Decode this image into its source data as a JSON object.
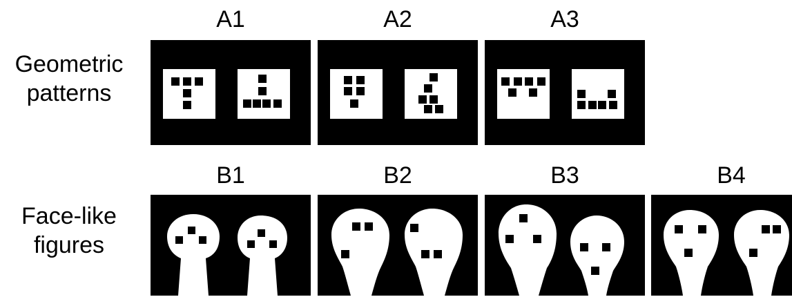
{
  "row_labels": {
    "geometric": [
      "Geometric",
      "patterns"
    ],
    "face": [
      "Face-like",
      "figures"
    ]
  },
  "panels": {
    "A1": "A1",
    "A2": "A2",
    "A3": "A3",
    "B1": "B1",
    "B2": "B2",
    "B3": "B3",
    "B4": "B4"
  },
  "colors": {
    "background": "#ffffff",
    "panel": "#000000",
    "figure": "#ffffff"
  }
}
